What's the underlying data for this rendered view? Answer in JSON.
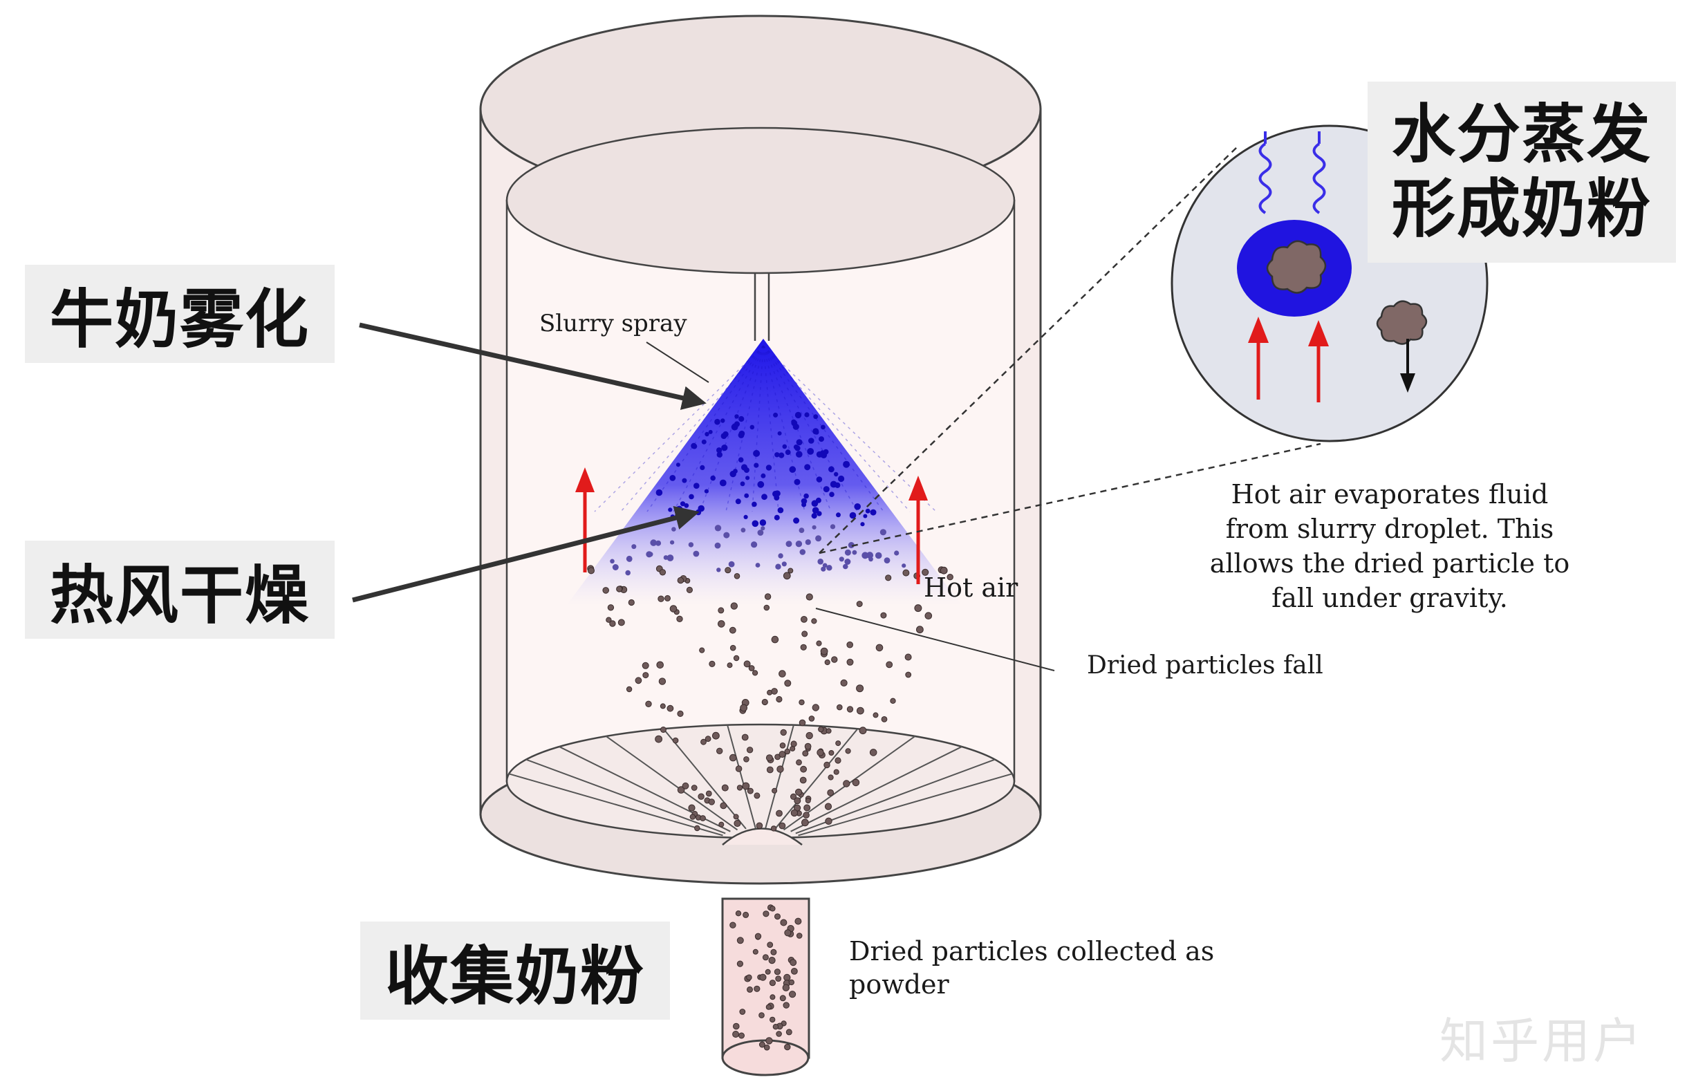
{
  "labels_cn": {
    "atomization": "牛奶雾化",
    "hot_air_drying": "热风干燥",
    "collect_powder": "收集奶粉",
    "evaporation_line1": "水分蒸发",
    "evaporation_line2": "形成奶粉"
  },
  "labels_en": {
    "slurry_spray": "Slurry spray",
    "hot_air": "Hot air",
    "dried_particles_fall": "Dried particles fall",
    "inset_caption": [
      "Hot air evaporates fluid",
      "from slurry droplet. This",
      "allows the dried particle to",
      "fall under gravity."
    ],
    "collected": [
      "Dried particles collected as",
      "powder"
    ]
  },
  "watermark": "知乎用户",
  "colors": {
    "chamber_fill": "#fbf0ef",
    "lid_fill": "#ece1e0",
    "outline": "#444444",
    "spray_blue": "#2a22e6",
    "particle": "#6e5a5a",
    "hot_air_arrow": "#e11b1b",
    "inset_fill": "#e2e4ec",
    "droplet_blue": "#2014e0",
    "dried_particle": "#806866",
    "label_bg": "#eeeeee",
    "pointer_arrow": "#333333"
  }
}
